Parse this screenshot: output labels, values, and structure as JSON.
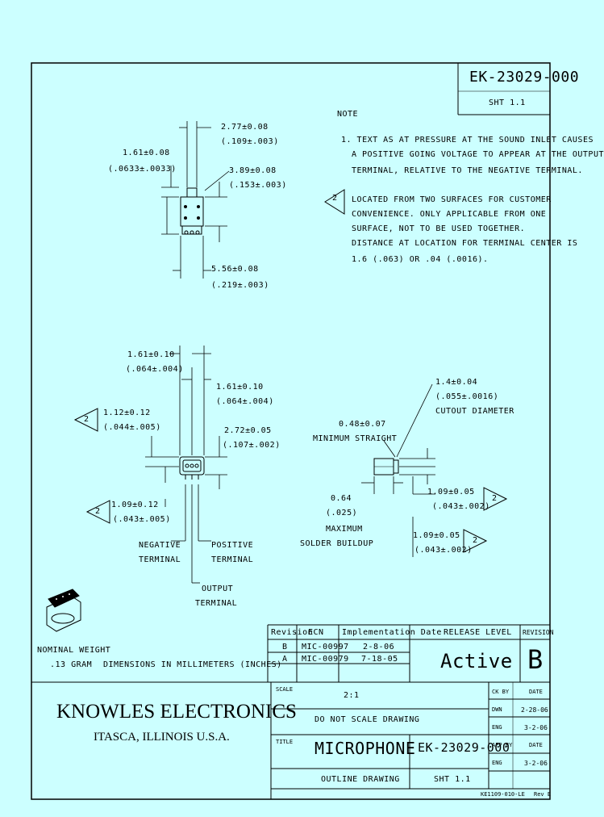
{
  "title_block_top": {
    "part_number": "EK-23029-000",
    "sheet": "SHT 1.1"
  },
  "note": {
    "heading": "NOTE",
    "note1": [
      "1. TEXT AS AT PRESSURE AT THE SOUND INLET CAUSES",
      "A POSITIVE GOING VOLTAGE TO APPEAR AT THE OUTPUT",
      "TERMINAL, RELATIVE TO THE NEGATIVE TERMINAL."
    ],
    "note2_marker": "2",
    "note2": [
      "LOCATED FROM TWO SURFACES FOR CUSTOMER",
      "CONVENIENCE. ONLY APPLICABLE FROM ONE",
      "SURFACE, NOT TO BE USED TOGETHER.",
      "DISTANCE AT LOCATION FOR TERMINAL CENTER IS",
      "1.6 (.063) OR .04 (.0016)."
    ]
  },
  "dims_side_view": {
    "top_width": [
      "2.77±0.08",
      "(.109±.003)"
    ],
    "left_height": [
      "1.61±0.08",
      "(.0633±.0033)"
    ],
    "right_height": [
      "3.89±0.08",
      "(.153±.003)"
    ],
    "bottom_width": [
      "5.56±0.08",
      "(.219±.003)"
    ]
  },
  "dims_front_view": {
    "top_left": [
      "1.61±0.10",
      "(.064±.004)"
    ],
    "top_right": [
      "1.61±0.10",
      "(.064±.004)"
    ],
    "left_marker": "2",
    "left_upper": [
      "1.12±0.12",
      "(.044±.005)"
    ],
    "right": [
      "2.72±0.05",
      "(.107±.002)"
    ],
    "left_lower_marker": "2",
    "left_lower": [
      "1.09±0.12",
      "(.043±.005)"
    ],
    "negative_label": [
      "NEGATIVE",
      "TERMINAL"
    ],
    "positive_label": [
      "POSITIVE",
      "TERMINAL"
    ],
    "output_label": [
      "OUTPUT",
      "TERMINAL"
    ]
  },
  "dims_port_view": {
    "cutout": [
      "1.4±0.04",
      "(.055±.0016)",
      "CUTOUT DIAMETER"
    ],
    "height": [
      "0.48±0.07",
      "MINIMUM STRAIGHT"
    ],
    "solder": [
      "0.64",
      "(.025)",
      "MAXIMUM",
      "SOLDER BUILDUP"
    ],
    "right_upper_marker": "2",
    "right_upper": [
      "1.09±0.05",
      "(.043±.002)"
    ],
    "right_lower_marker": "2",
    "right_lower": [
      "1.09±0.05",
      "(.043±.002)"
    ]
  },
  "nominal_weight": [
    "NOMINAL WEIGHT",
    ".13 GRAM"
  ],
  "dimensions_note": "DIMENSIONS IN MILLIMETERS (INCHES)",
  "revision_table": {
    "headers": [
      "Revision",
      "ECN",
      "Implementation Date"
    ],
    "rows": [
      [
        "B",
        "MIC-00997",
        "2-8-06"
      ],
      [
        "A",
        "MIC-00979",
        "7-18-05"
      ]
    ]
  },
  "release_level": {
    "label": "RELEASE LEVEL",
    "value": "Active"
  },
  "revision_box": {
    "label": "REVISION",
    "value": "B"
  },
  "company": {
    "name": "KNOWLES ELECTRONICS",
    "location": "ITASCA, ILLINOIS U.S.A."
  },
  "title_block": {
    "scale_label": "SCALE",
    "scale": "2:1",
    "no_scale": "DO NOT SCALE DRAWING",
    "title_label": "TITLE",
    "title": "MICROPHONE",
    "part_number": "EK-23029-000",
    "subtitle": "OUTLINE DRAWING",
    "sheet": "SHT 1.1",
    "approvals": [
      {
        "role": "CK BY",
        "date": "DATE"
      },
      {
        "role": "DWN",
        "date": "2-28-06"
      },
      {
        "role": "ENG",
        "date": "3-2-06"
      },
      {
        "role": "APP BY",
        "date": "DATE"
      },
      {
        "role": "ENG",
        "date": "3-2-06"
      }
    ],
    "footer_left": "KE1109-010-LE",
    "footer_right": "Rev E"
  }
}
